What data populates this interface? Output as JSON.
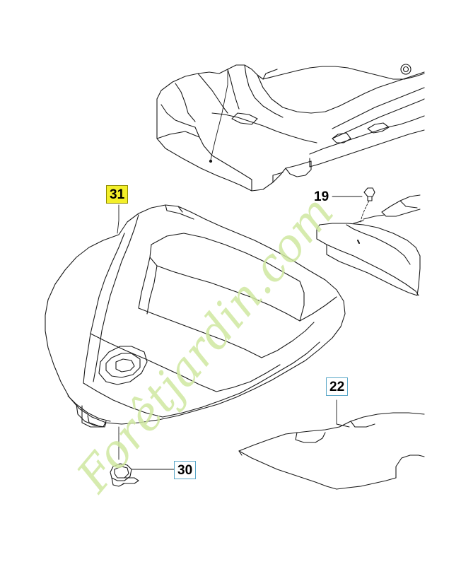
{
  "callouts": {
    "c31": "31",
    "c19": "19",
    "c22": "22",
    "c30": "30"
  },
  "watermark": {
    "part1": "Forêt",
    "part2": "jardin",
    "part3": ".com"
  },
  "colors": {
    "line": "#1a1a1a",
    "callout_highlight": "#f3ef2a",
    "callout_border": "#5aa7c8",
    "watermark_green": "#cfe8a0",
    "watermark_orange": "#f6c48a"
  }
}
